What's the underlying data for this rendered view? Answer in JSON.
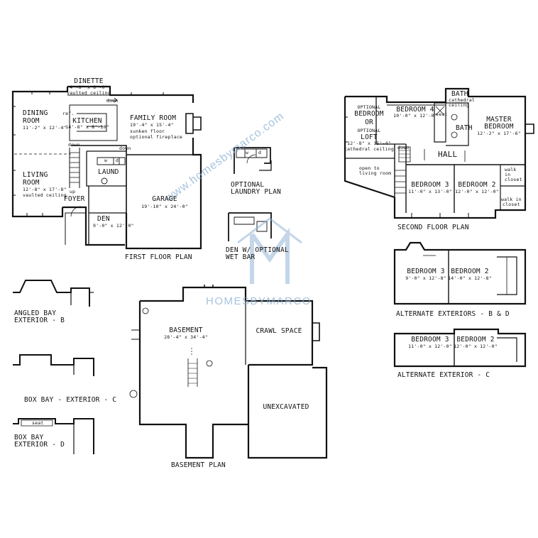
{
  "watermark": {
    "url": "www.homesbymarco.com",
    "brand": "HOMESBYMARCO",
    "logo_letter": "M"
  },
  "first_floor": {
    "title": "FIRST FLOOR PLAN",
    "dinette": {
      "name": "DINETTE",
      "size": "4'-8\" x 8'-0\"",
      "note": "vaulted ceiling"
    },
    "dining": {
      "name1": "DINING",
      "name2": "ROOM",
      "size": "11'-2\" x 12'-4\""
    },
    "kitchen": {
      "name": "KITCHEN",
      "size": "14'-8\" x 8'-10\""
    },
    "family": {
      "name": "FAMILY ROOM",
      "size": "19'-4\" x 15'-4\"",
      "note1": "sunken floor",
      "note2": "optional fireplace"
    },
    "living": {
      "name1": "LIVING",
      "name2": "ROOM",
      "size": "12'-8\" x 17'-8\"",
      "note": "vaulted ceiling"
    },
    "foyer": "FOYER",
    "laund": "LAUND",
    "garage": {
      "name": "GARAGE",
      "size": "19'-10\" x 24'-0\""
    },
    "den": {
      "name": "DEN",
      "size": "9'-0\" x 12'-0\""
    },
    "down1": "down",
    "down2": "down",
    "down3": "down",
    "up": "up",
    "ref": "ref.",
    "w": "w",
    "d": "d"
  },
  "optional_laundry": {
    "line1": "OPTIONAL",
    "line2": "LAUNDRY PLAN",
    "w": "w",
    "d": "d"
  },
  "den_wet_bar": {
    "line1": "DEN W/ OPTIONAL",
    "line2": "WET BAR"
  },
  "second_floor": {
    "title": "SECOND FLOOR PLAN",
    "optional_bedroom": {
      "l1": "OPTIONAL",
      "l2": "BEDROOM",
      "l3": "OR",
      "l4": "OPTIONAL",
      "l5": "LOFT",
      "size": "12'-8\" x 15'-4\"",
      "note": "cathedral ceiling"
    },
    "bedroom4": {
      "name": "BEDROOM 4",
      "size": "10'-0\" x 12'-0\""
    },
    "bath1": {
      "name": "BATH",
      "note1": "cathedral",
      "note2": "ceiling"
    },
    "seat": "seat",
    "bath2": "BATH",
    "master": {
      "name1": "MASTER",
      "name2": "BEDROOM",
      "size": "12'-2\" x 17'-6\""
    },
    "hall": "HALL",
    "down": "down",
    "open": {
      "l1": "open to",
      "l2": "living room"
    },
    "bedroom3": {
      "name": "BEDROOM 3",
      "size": "11'-0\" x 13'-0\""
    },
    "bedroom2": {
      "name": "BEDROOM 2",
      "size": "12'-0\" x 12'-0\""
    },
    "walkin1": {
      "l1": "walk",
      "l2": "in",
      "l3": "closet"
    },
    "walkin2": {
      "l1": "walk in",
      "l2": "closet"
    }
  },
  "alt_bd": {
    "title": "ALTERNATE EXTERIORS - B & D",
    "bed3": {
      "name": "BEDROOM 3",
      "size": "9'-0\" x 12'-8\""
    },
    "bed2": {
      "name": "BEDROOM 2",
      "size": "14'-0\" x 12'-8\""
    }
  },
  "alt_c": {
    "title": "ALTERNATE EXTERIOR - C",
    "bed3": {
      "name": "BEDROOM 3",
      "size": "11'-0\" x 12'-0\""
    },
    "bed2": {
      "name": "BEDROOM 2",
      "size": "12'-0\" x 12'-0\""
    }
  },
  "angled_bay": {
    "l1": "ANGLED BAY",
    "l2": "EXTERIOR - B"
  },
  "box_bay_c": "BOX BAY - EXTERIOR - C",
  "box_bay_d": {
    "l1": "BOX BAY",
    "l2": "EXTERIOR - D",
    "seat": "seat"
  },
  "basement": {
    "title": "BASEMENT PLAN",
    "name": "BASEMENT",
    "size": "28'-4\" x 34'-4\"",
    "crawl": "CRAWL SPACE",
    "unexcavated": "UNEXCAVATED"
  }
}
